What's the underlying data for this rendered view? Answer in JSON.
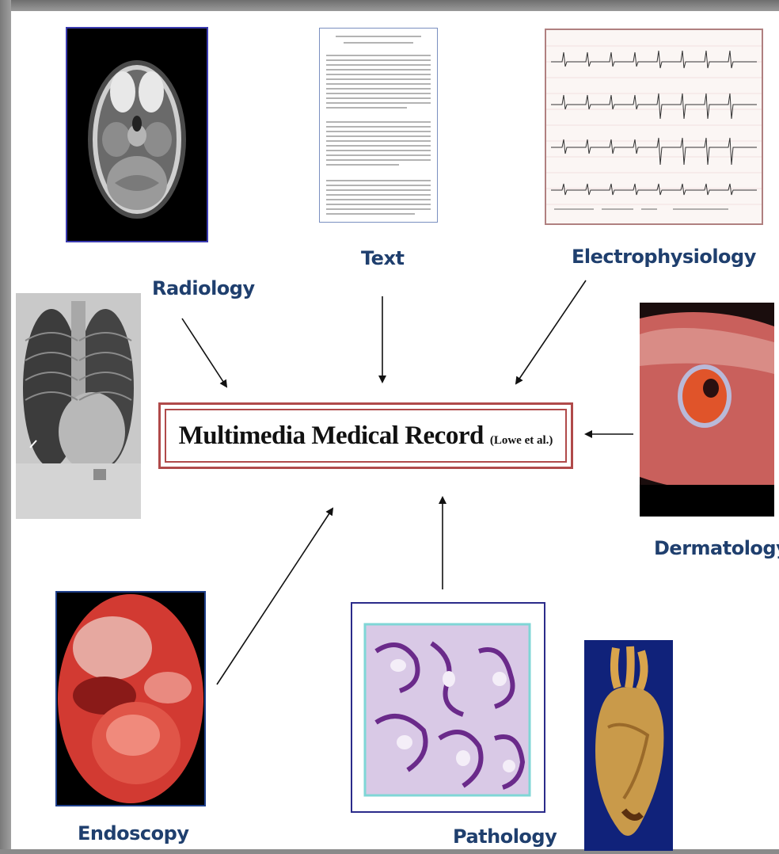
{
  "center": {
    "title": "Multimedia Medical Record",
    "citation": "(Lowe et al.)"
  },
  "labels": {
    "radiology": "Radiology",
    "text": "Text",
    "electrophysiology": "Electrophysiology",
    "dermatology": "Dermatology",
    "endoscopy": "Endoscopy",
    "pathology": "Pathology"
  },
  "colors": {
    "label": "#1f3f6e",
    "box_border": "#b04a4a",
    "arrow": "#111111"
  }
}
